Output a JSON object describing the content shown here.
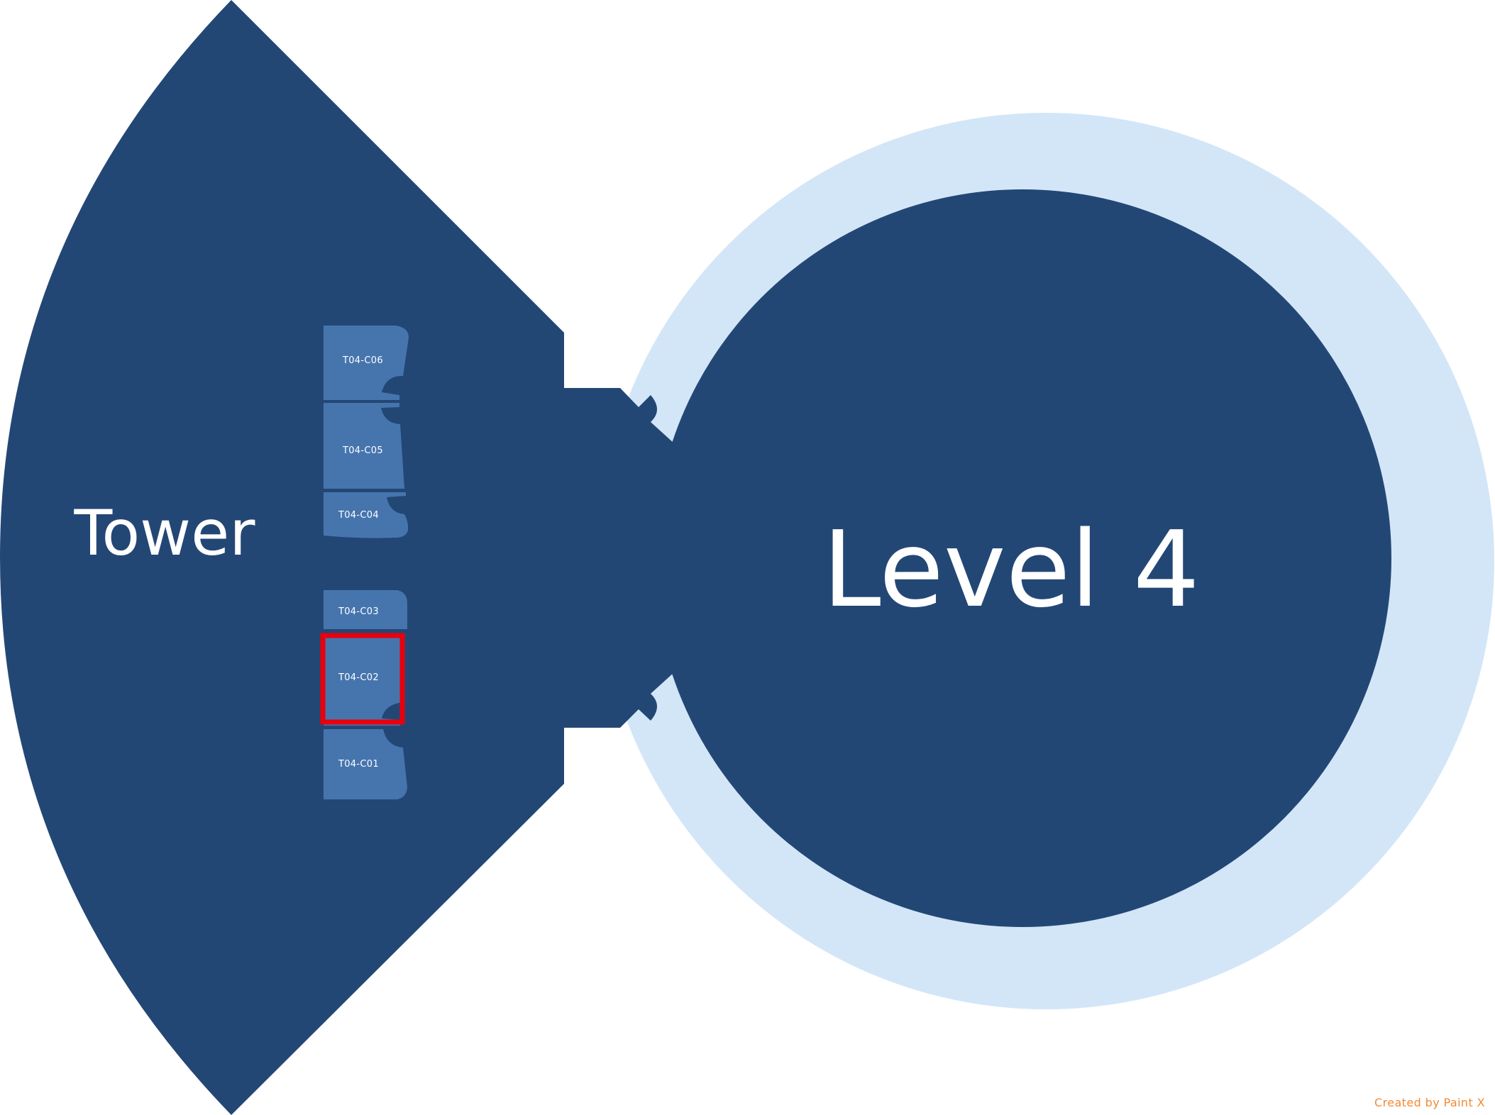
{
  "map": {
    "tower_label": "Tower",
    "level_label": "Level 4",
    "colors": {
      "background": "#ffffff",
      "building_fill": "#234775",
      "ring_fill": "#d3e6f8",
      "room_fill": "#4675ae",
      "highlight_stroke": "#e8000d",
      "label_text": "#ffffff",
      "credit_text": "#f28a35"
    },
    "rooms": [
      {
        "id": "T04-C06",
        "label": "T04-C06",
        "selected": false
      },
      {
        "id": "T04-C05",
        "label": "T04-C05",
        "selected": false
      },
      {
        "id": "T04-C04",
        "label": "T04-C04",
        "selected": false
      },
      {
        "id": "T04-C03",
        "label": "T04-C03",
        "selected": false
      },
      {
        "id": "T04-C02",
        "label": "T04-C02",
        "selected": true
      },
      {
        "id": "T04-C01",
        "label": "T04-C01",
        "selected": false
      }
    ]
  },
  "footer": {
    "credit": "Created by Paint X"
  }
}
